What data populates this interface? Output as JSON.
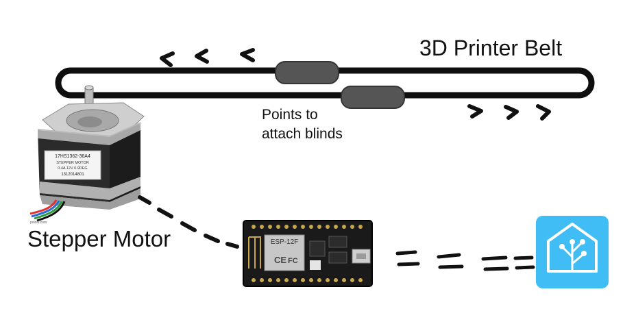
{
  "diagram": {
    "belt": {
      "title": "3D Printer Belt"
    },
    "attach_points": {
      "line1": "Points to",
      "line2": "attach blinds"
    },
    "stepper_motor": {
      "label": "Stepper Motor",
      "sticker_lines": [
        "17HS1362-36A4",
        "STEPPER MOTOR",
        "0.4A 12V 0.9DEG",
        "1312014801"
      ],
      "brand": "pololu.com"
    },
    "controller_board": {
      "module_label": "ESP-12F",
      "ce_mark": "CE",
      "fc_mark": "FC"
    },
    "colors": {
      "belt_stroke": "#0f0f0f",
      "clamp_fill": "#555555",
      "home_assistant_bg": "#41bdf5",
      "board_pcb": "#1a1a1a",
      "motor_body": "#2b2b2b",
      "motor_metal": "#b8b8b8"
    },
    "icons": {
      "direction_left": "chevron-left-icon",
      "direction_right": "chevron-right-icon",
      "home_assistant": "home-assistant-icon"
    }
  }
}
